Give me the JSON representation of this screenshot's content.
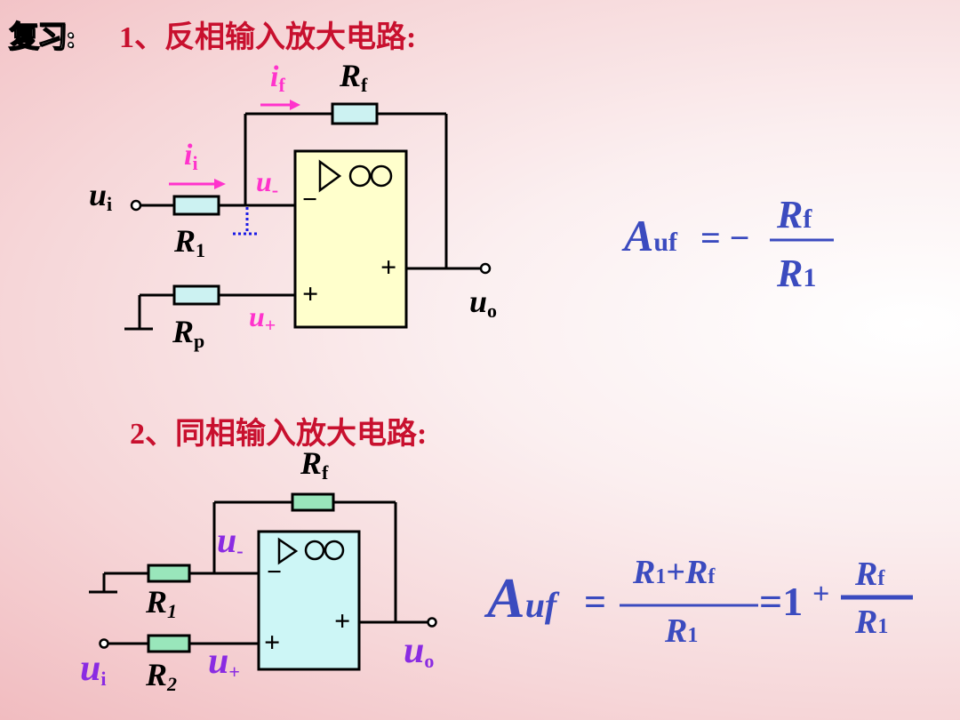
{
  "section1": {
    "review_label": "复习:",
    "heading": "1、反相输入放大电路:",
    "label_if_main": "i",
    "label_if_sub": "f",
    "label_ii_main": "i",
    "label_ii_sub": "i",
    "label_rf_main": "R",
    "label_rf_sub": "f",
    "label_ui_main": "u",
    "label_ui_sub": "i",
    "label_uminus_main": "u",
    "label_uminus_sub": "-",
    "label_r1_main": "R",
    "label_r1_sub": "1",
    "label_rp_main": "R",
    "label_rp_sub": "p",
    "label_uplus_main": "u",
    "label_uplus_sub": "+",
    "label_uo_main": "u",
    "label_uo_sub": "o",
    "opamp_minus": "−",
    "opamp_plus_in": "+",
    "opamp_plus_out": "+",
    "opamp_symbol": "▷∞",
    "formula_lhs_main": "A",
    "formula_lhs_sub": "uf",
    "formula_eq": "= −",
    "formula_num_main": "R",
    "formula_num_sub": "f",
    "formula_den_main": "R",
    "formula_den_sub": "1"
  },
  "section2": {
    "heading": "2、同相输入放大电路:",
    "label_rf_main": "R",
    "label_rf_sub": "f",
    "label_uminus_main": "u",
    "label_uminus_sub": "-",
    "label_r1_main": "R",
    "label_r1_sub": "1",
    "label_r2_main": "R",
    "label_r2_sub": "2",
    "label_ui_main": "u",
    "label_ui_sub": "i",
    "label_uplus_main": "u",
    "label_uplus_sub": "+",
    "label_uo_main": "u",
    "label_uo_sub": "o",
    "opamp_minus": "−",
    "opamp_plus_in": "+",
    "opamp_plus_out": "+",
    "opamp_symbol": "▷∞",
    "formula_lhs_main": "A",
    "formula_lhs_sub": "uf",
    "formula_eq": "=",
    "formula_num_a_main": "R",
    "formula_num_a_sub": "1",
    "formula_num_plus": "+",
    "formula_num_b_main": "R",
    "formula_num_b_sub": "f",
    "formula_den_main": "R",
    "formula_den_sub": "1",
    "formula_mid": "=1",
    "formula_plus": "+",
    "formula2_num_main": "R",
    "formula2_num_sub": "f",
    "formula2_den_main": "R",
    "formula2_den_sub": "1"
  },
  "colors": {
    "heading": "#c8102e",
    "current_arrow": "#ff33cc",
    "formula": "#3b4bbf",
    "opamp1_fill": "#ffffcc",
    "opamp2_fill": "#cdf6f6",
    "resistor1_fill": "#ccf2f2",
    "resistor2_fill": "#99e6bb"
  }
}
